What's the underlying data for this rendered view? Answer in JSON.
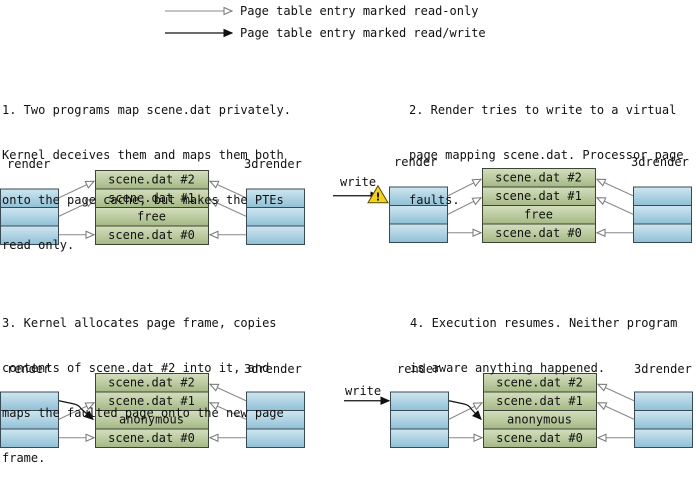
{
  "legend": {
    "readonly": "Page table entry marked read-only",
    "readwrite": "Page table entry marked read/write"
  },
  "panels": [
    {
      "caption": [
        "1. Two programs map scene.dat privately.",
        "Kernel deceives them and maps them both",
        "onto the page cache, but makes the PTEs",
        "read only."
      ],
      "left_label": "render",
      "right_label": "3drender",
      "frames": [
        "scene.dat #2",
        "scene.dat #1",
        "free",
        "scene.dat #0"
      ]
    },
    {
      "caption": [
        "2. Render tries to write to a virtual",
        "page mapping scene.dat. Processor page",
        "faults."
      ],
      "left_label": "render",
      "right_label": "3drender",
      "write_label": "write",
      "frames": [
        "scene.dat #2",
        "scene.dat #1",
        "free",
        "scene.dat #0"
      ]
    },
    {
      "caption": [
        "3. Kernel allocates page frame, copies",
        "contents of scene.dat #2 into it, and",
        "maps the faulted page onto the new page",
        "frame."
      ],
      "left_label": "render",
      "right_label": "3drender",
      "frames": [
        "scene.dat #2",
        "scene.dat #1",
        "anonymous",
        "scene.dat #0"
      ]
    },
    {
      "caption": [
        "4. Execution resumes. Neither program",
        "is aware anything happened."
      ],
      "left_label": "render",
      "right_label": "3drender",
      "write_label": "write",
      "frames": [
        "scene.dat #2",
        "scene.dat #1",
        "anonymous",
        "scene.dat #0"
      ]
    }
  ],
  "colors": {
    "virtual_page": "#a8d0e0",
    "page_frame": "#b8c898",
    "readonly_arrow": "#888888",
    "readwrite_arrow": "#111111",
    "warning": "#f2d21b"
  }
}
